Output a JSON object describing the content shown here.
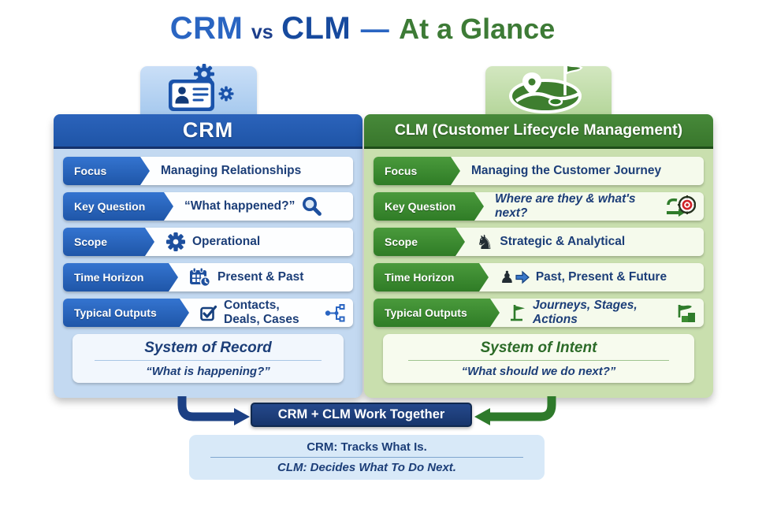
{
  "title": {
    "crm": "CRM",
    "vs": "vs",
    "clm": "CLM",
    "dash": "—",
    "rest": "At a Glance"
  },
  "colors": {
    "crm_blue": "#1f55a7",
    "crm_panel": "#c3d9f1",
    "crm_text": "#1c3e78",
    "clm_green": "#39772c",
    "clm_panel": "#c9dfae",
    "clm_title_green": "#2c6b28",
    "banner_navy": "#17356b",
    "note_bg": "#d8e9f8",
    "arrow_blue": "#1c4084",
    "arrow_green": "#2e7a2b",
    "target_red": "#cf2127"
  },
  "crm_column": {
    "header": "CRM",
    "tab_icon": "id-card-gears-icon",
    "rows": [
      {
        "label": "Focus",
        "value": "Managing Relationships"
      },
      {
        "label": "Key Question",
        "value": "“What happened?”",
        "icon_right": "magnifier-icon"
      },
      {
        "label": "Scope",
        "icon_left": "gear-icon",
        "value": "Operational"
      },
      {
        "label": "Time Horizon",
        "icon_left": "calendar-clock-icon",
        "value": "Present & Past"
      },
      {
        "label": "Typical Outputs",
        "icon_left": "checkbox-icon",
        "value": "Contacts, Deals, Cases",
        "icon_right": "pipeline-icon"
      }
    ],
    "summary": {
      "title": "System of Record",
      "subtitle": "“What is happening?”"
    }
  },
  "clm_column": {
    "header": "CLM (Customer Lifecycle Management)",
    "tab_icon": "journey-map-flag-icon",
    "rows": [
      {
        "label": "Focus",
        "value": "Managing the Customer Journey"
      },
      {
        "label": "Key Question",
        "value": "Where are they & what's next?",
        "icon_right": "target-journey-icon"
      },
      {
        "label": "Scope",
        "icon_left": "knight-icon",
        "icon_char": "♞",
        "value": "Strategic & Analytical"
      },
      {
        "label": "Time Horizon",
        "icon_left": "pawn-arrow-icon",
        "icon_char": "♟",
        "value": "Past, Present & Future"
      },
      {
        "label": "Typical Outputs",
        "icon_left": "flag-icon",
        "value": "Journeys, Stages, Actions",
        "icon_right": "flag-steps-icon"
      }
    ],
    "summary": {
      "title": "System of Intent",
      "subtitle": "“What should we do next?”"
    }
  },
  "footer": {
    "banner": "CRM + CLM Work Together",
    "note_line1": "CRM: Tracks What Is.",
    "note_line2": "CLM: Decides What To Do Next."
  }
}
